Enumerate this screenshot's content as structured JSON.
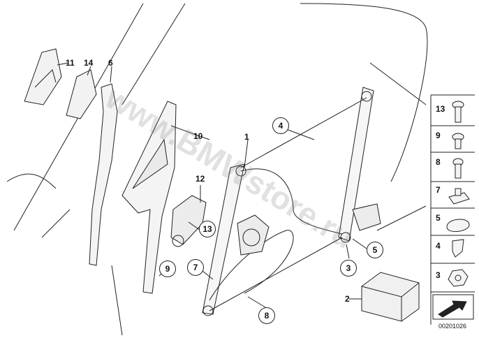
{
  "diagram": {
    "watermark": "www.BMWstore.ru",
    "doc_code": "00201026",
    "callouts": {
      "p1": "1",
      "p2": "2",
      "p3": "3",
      "p4": "4",
      "p5": "5",
      "p6": "6",
      "p7": "7",
      "p8": "8",
      "p9": "9",
      "p10": "10",
      "p11": "11",
      "p12": "12",
      "p13": "13",
      "p14": "14"
    },
    "legend": [
      {
        "num": "13",
        "icon": "screw-icon"
      },
      {
        "num": "9",
        "icon": "screw-icon"
      },
      {
        "num": "8",
        "icon": "screw-icon"
      },
      {
        "num": "7",
        "icon": "clip-nut-icon"
      },
      {
        "num": "5",
        "icon": "plug-icon"
      },
      {
        "num": "4",
        "icon": "clip-icon"
      },
      {
        "num": "3",
        "icon": "hex-nut-icon"
      }
    ]
  }
}
